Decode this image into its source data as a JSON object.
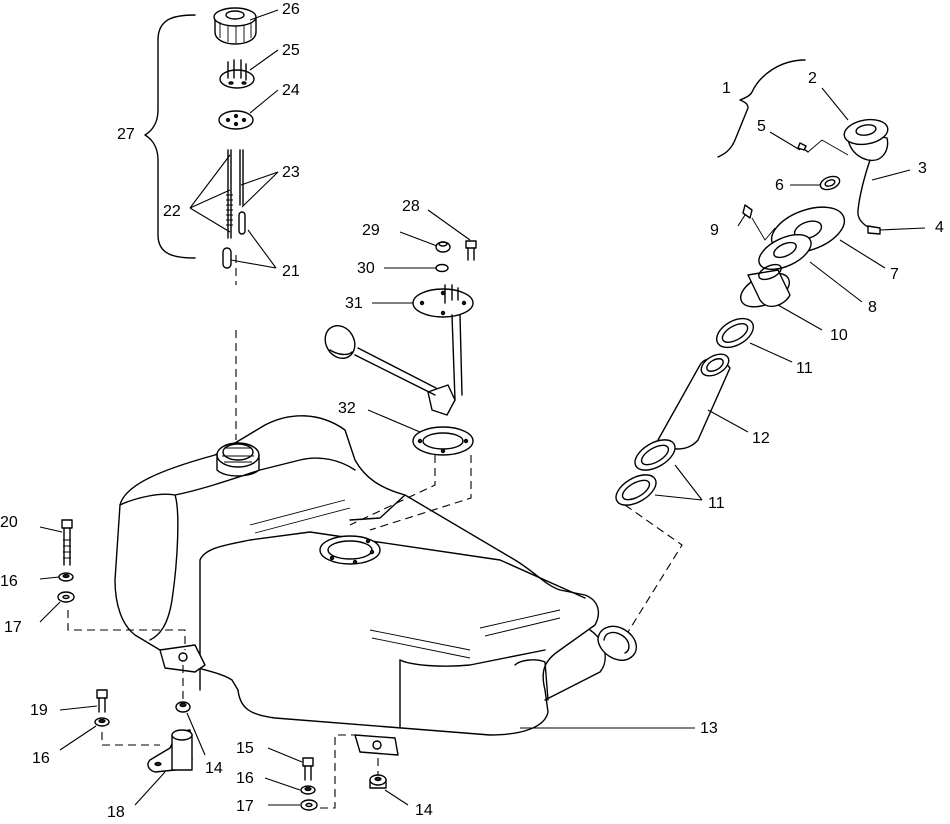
{
  "callouts": [
    "1",
    "2",
    "3",
    "4",
    "5",
    "6",
    "7",
    "8",
    "9",
    "10",
    "11",
    "11",
    "12",
    "13",
    "14",
    "14",
    "15",
    "16",
    "16",
    "16",
    "17",
    "17",
    "18",
    "19",
    "20",
    "21",
    "22",
    "23",
    "24",
    "25",
    "26",
    "27",
    "28",
    "29",
    "30",
    "31",
    "32"
  ]
}
